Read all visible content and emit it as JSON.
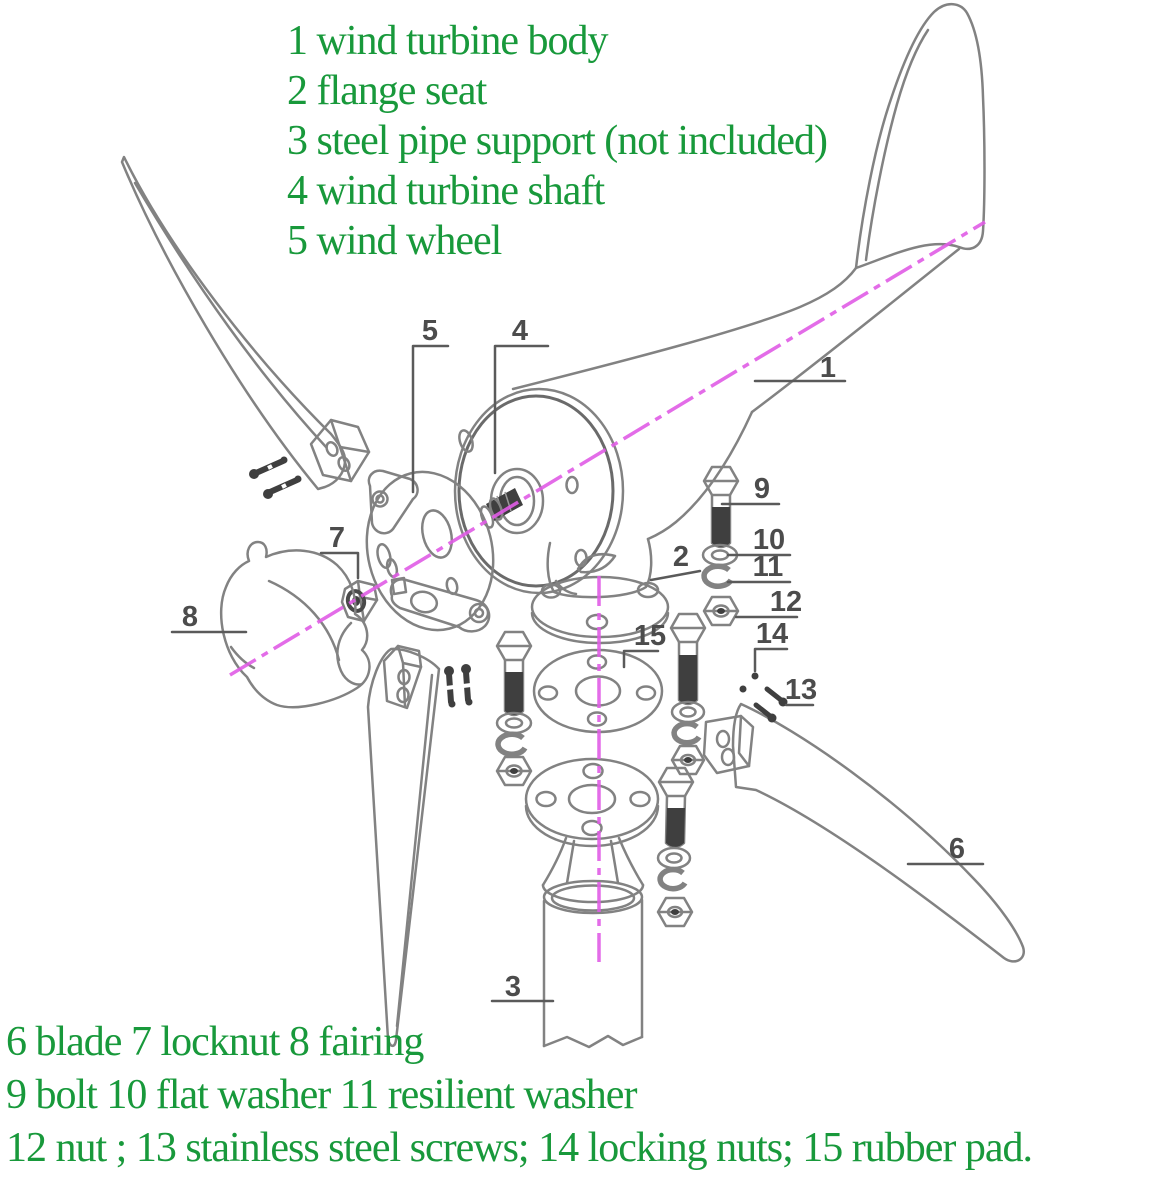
{
  "legend_top": {
    "lines": [
      "1 wind turbine body",
      "2 flange seat",
      "3 steel pipe support (not included)",
      "4 wind turbine shaft",
      "5 wind wheel"
    ]
  },
  "legend_bottom": {
    "lines": [
      "6 blade 7 locknut 8 fairing",
      "9 bolt 10 flat washer 11 resilient washer",
      "12 nut ; 13 stainless steel screws; 14 locking nuts; 15 rubber pad."
    ]
  },
  "parts": [
    {
      "number": "1",
      "name": "wind turbine body"
    },
    {
      "number": "2",
      "name": "flange seat"
    },
    {
      "number": "3",
      "name": "steel pipe support (not included)"
    },
    {
      "number": "4",
      "name": "wind turbine shaft"
    },
    {
      "number": "5",
      "name": "wind wheel"
    },
    {
      "number": "6",
      "name": "blade"
    },
    {
      "number": "7",
      "name": "locknut"
    },
    {
      "number": "8",
      "name": "fairing"
    },
    {
      "number": "9",
      "name": "bolt"
    },
    {
      "number": "10",
      "name": "flat washer"
    },
    {
      "number": "11",
      "name": "resilient washer"
    },
    {
      "number": "12",
      "name": "nut"
    },
    {
      "number": "13",
      "name": "stainless steel screws"
    },
    {
      "number": "14",
      "name": "locking nuts"
    },
    {
      "number": "15",
      "name": "rubber pad"
    }
  ],
  "colors": {
    "legend_green": "#18993B",
    "drawing_gray": "#828282",
    "label_gray": "#4c4c4c",
    "centerline_magenta": "#E05CE6",
    "metal_dark": "#3f3f3f",
    "background": "#ffffff"
  }
}
